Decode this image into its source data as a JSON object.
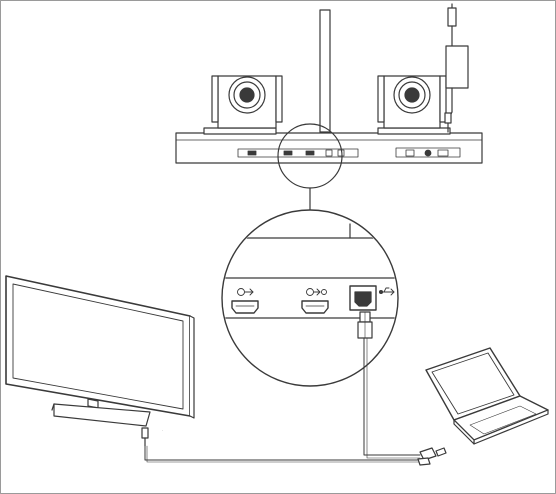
{
  "diagram": {
    "components": [
      {
        "id": "camera-left",
        "icon": "ptz-camera"
      },
      {
        "id": "camera-right",
        "icon": "ptz-camera"
      },
      {
        "id": "mount-bar",
        "icon": "camera-mount-base"
      },
      {
        "id": "power-adapter",
        "icon": "power-adapter"
      },
      {
        "id": "monitor",
        "icon": "tv-monitor"
      },
      {
        "id": "laptop",
        "icon": "laptop"
      },
      {
        "id": "port-panel-zoom",
        "icon": "magnified-port-panel"
      }
    ],
    "ports": [
      {
        "id": "hdmi-out-1",
        "icon": "hdmi-output-port"
      },
      {
        "id": "hdmi-out-2",
        "icon": "hdmi-output-port"
      },
      {
        "id": "usb-b",
        "icon": "usb-b-port"
      }
    ],
    "connections": [
      {
        "from": "hdmi-out-1",
        "to": "monitor",
        "cable": "hdmi"
      },
      {
        "from": "usb-b",
        "to": "laptop",
        "cable": "usb"
      }
    ],
    "line_color": "#3a3a3a"
  }
}
